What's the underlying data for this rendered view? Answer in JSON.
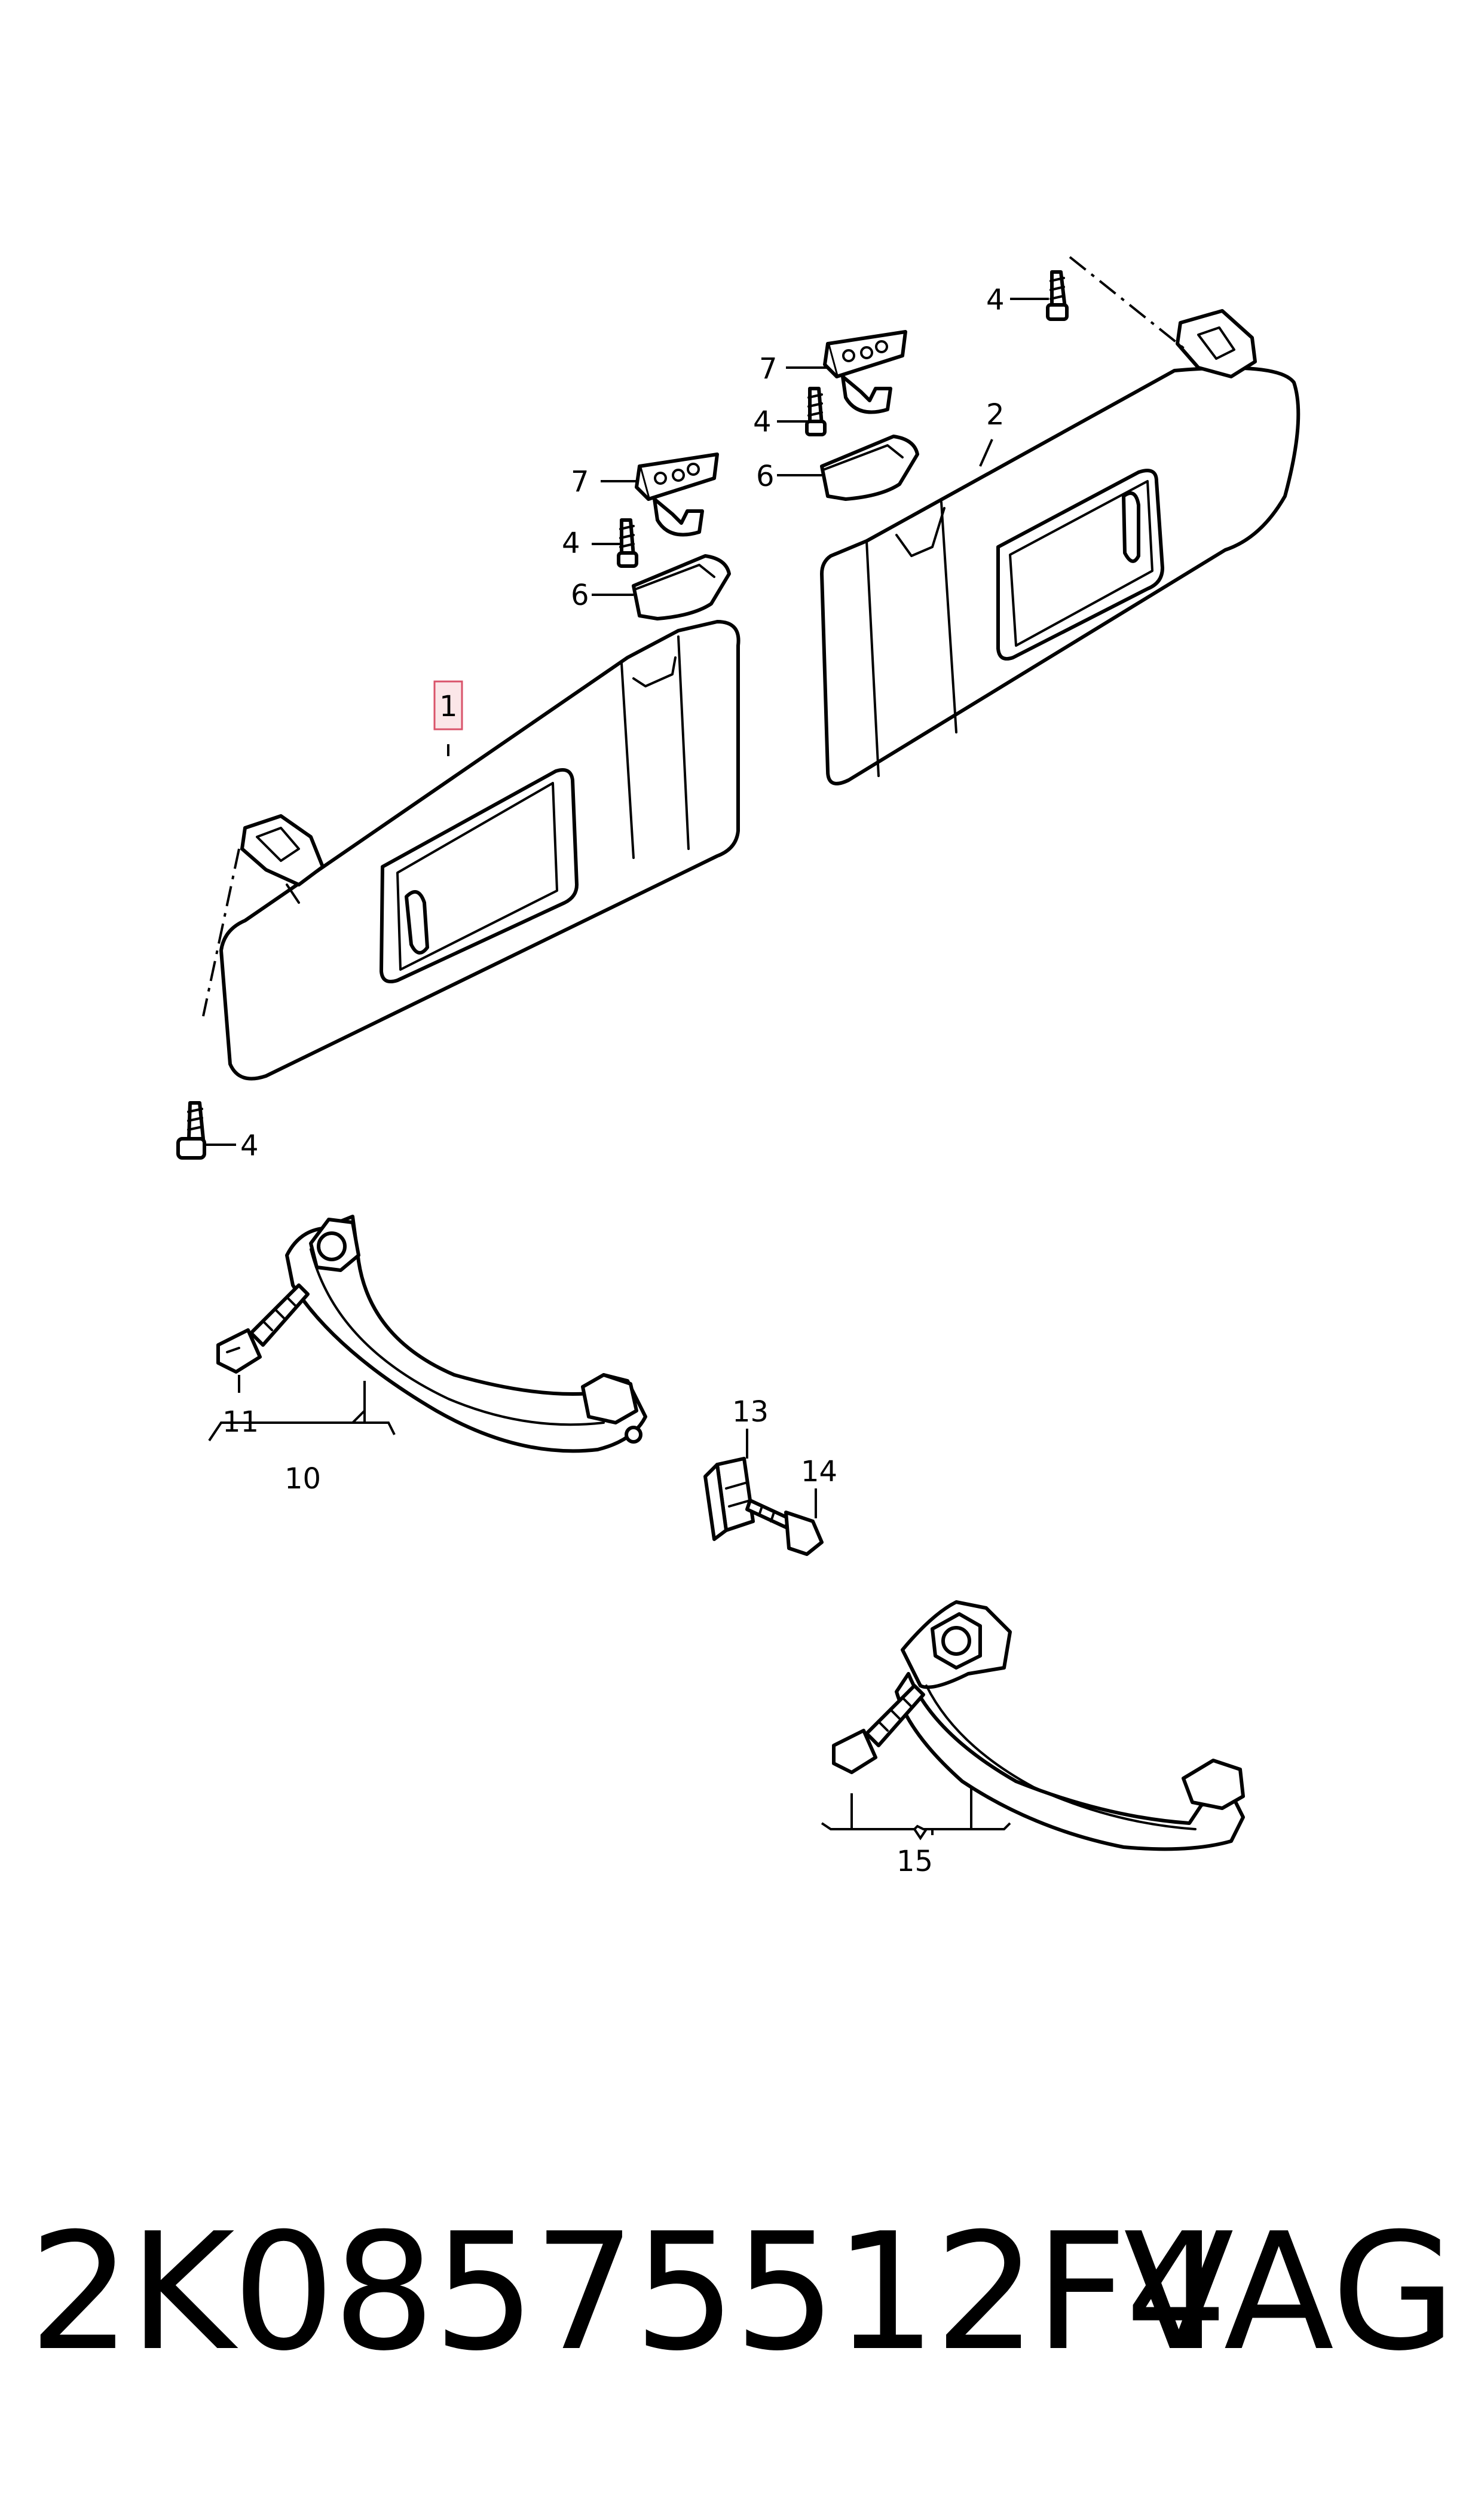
{
  "callouts": {
    "c1": "1",
    "c2": "2",
    "c4a": "4",
    "c4b": "4",
    "c4c": "4",
    "c4d": "4",
    "c6a": "6",
    "c6b": "6",
    "c7a": "7",
    "c7b": "7",
    "c10": "10",
    "c11": "11",
    "c13": "13",
    "c14": "14",
    "c15": "15"
  },
  "footer": {
    "part_number": "2K08575512F4",
    "brand": "VAG"
  }
}
